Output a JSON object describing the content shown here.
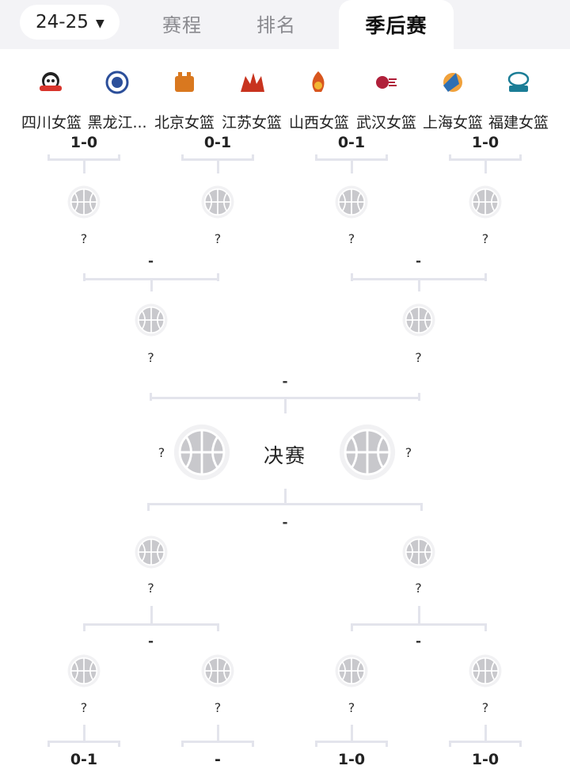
{
  "header": {
    "season": "24-25",
    "tabs": [
      "赛程",
      "排名",
      "季后赛"
    ],
    "active_tab": 2
  },
  "bracket": {
    "top_teams": [
      "四川女篮",
      "黑龙江...",
      "北京女篮",
      "江苏女篮",
      "山西女篮",
      "武汉女篮",
      "上海女篮",
      "福建女篮"
    ],
    "top_scores": [
      "1-0",
      "0-1",
      "0-1",
      "1-0"
    ],
    "unknown": "?",
    "pending": "-",
    "final_label": "决赛",
    "bottom_scores": [
      "0-1",
      "-",
      "1-0",
      "1-0"
    ]
  },
  "colors": {
    "header_bg": "#f3f3f6",
    "connector": "#e3e4ec",
    "placeholder_ball": "#c8c8cc",
    "tab_inactive": "#8a8a8f"
  },
  "logos": [
    {
      "icon": "panda-logo-icon",
      "color": "#d8352c"
    },
    {
      "icon": "university-seal-logo-icon",
      "color": "#2c4f9a"
    },
    {
      "icon": "castle-logo-icon",
      "color": "#d9781f"
    },
    {
      "icon": "dragon-logo-icon",
      "color": "#c8331e"
    },
    {
      "icon": "flame-logo-icon",
      "color": "#d8561e"
    },
    {
      "icon": "wuhan-logo-icon",
      "color": "#b0203a"
    },
    {
      "icon": "shark-logo-icon",
      "color": "#2d6fb3"
    },
    {
      "icon": "fujian-logo-icon",
      "color": "#1b7d96"
    }
  ]
}
